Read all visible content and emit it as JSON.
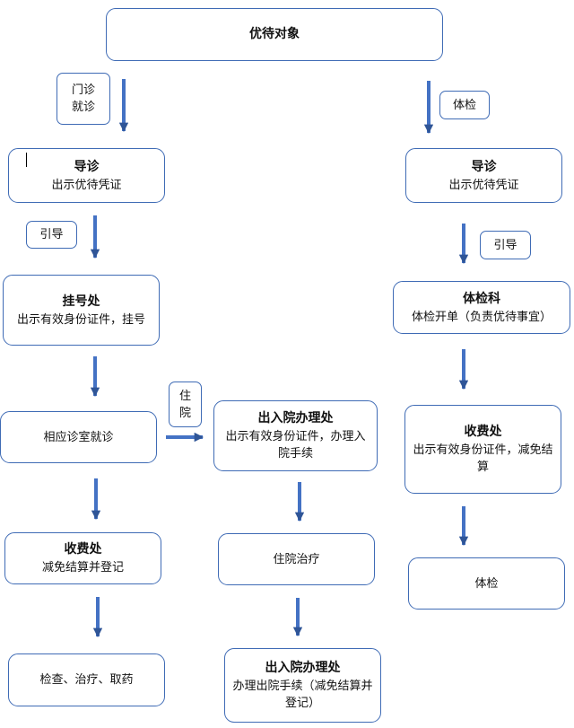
{
  "nodes": {
    "top": {
      "title": "优待对象"
    },
    "left_guide": {
      "title": "导诊",
      "text": "出示优待凭证"
    },
    "right_guide": {
      "title": "导诊",
      "text": "出示优待凭证"
    },
    "registration": {
      "title": "挂号处",
      "text": "出示有效身份证件，挂号"
    },
    "exam_dept": {
      "title": "体检科",
      "text": "体检开单（负责优待事宜）"
    },
    "clinic": {
      "text": "相应诊室就诊"
    },
    "admission": {
      "title": "出入院办理处",
      "text": "出示有效身份证件，办理入院手续"
    },
    "exam_cashier": {
      "title": "收费处",
      "text": "出示有效身份证件，减免结算"
    },
    "left_cashier": {
      "title": "收费处",
      "text": "减免结算并登记"
    },
    "inpatient": {
      "text": "住院治疗"
    },
    "exam_final": {
      "text": "体检"
    },
    "treatment": {
      "text": "检查、治疗、取药"
    },
    "discharge": {
      "title": "出入院办理处",
      "text": "办理出院手续（减免结算并登记）"
    }
  },
  "labels": {
    "outpatient": "门诊就诊",
    "checkup": "体检",
    "guide_left": "引导",
    "guide_right": "引导",
    "hospitalize": "住院"
  },
  "colors": {
    "arrow": "#4472c4",
    "arrow_dark": "#2f5597",
    "border": "#3f6bb5"
  }
}
